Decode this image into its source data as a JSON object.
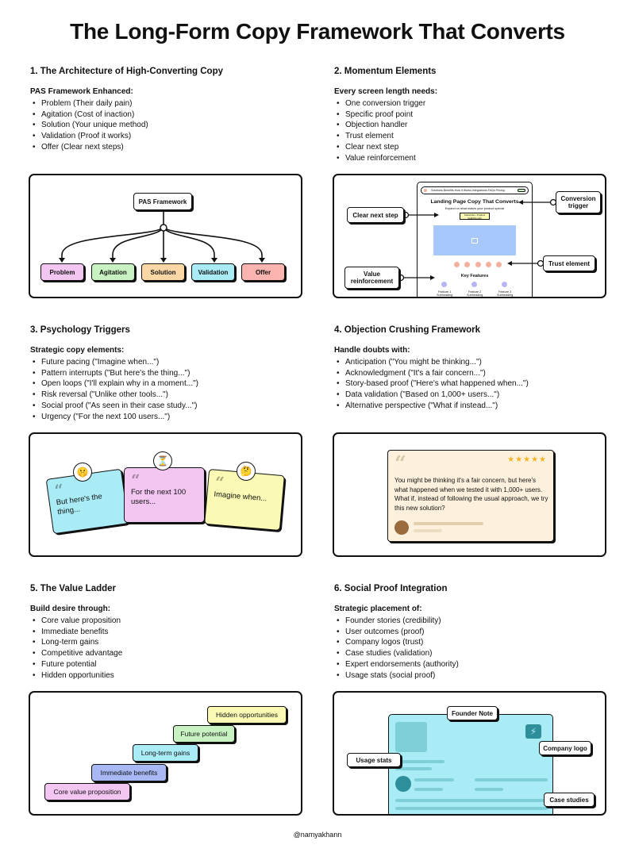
{
  "title": "The Long-Form Copy Framework That Converts",
  "footer": "@namyakhann",
  "sections": [
    {
      "heading": "1.  The Architecture of High-Converting Copy",
      "intro": "PAS Framework Enhanced:",
      "items": [
        "Problem (Their daily pain)",
        "Agitation (Cost of inaction)",
        "Solution (Your unique method)",
        "Validation (Proof it works)",
        "Offer (Clear next steps)"
      ]
    },
    {
      "heading": "2.  Momentum Elements",
      "intro": "Every screen length needs:",
      "items": [
        "One conversion trigger",
        "Specific proof point",
        "Objection handler",
        "Trust element",
        "Clear next step",
        "Value reinforcement"
      ]
    },
    {
      "heading": "3.  Psychology Triggers",
      "intro": "Strategic copy elements:",
      "items": [
        "Future pacing (\"Imagine when...\")",
        "Pattern interrupts (\"But here's the thing...\")",
        "Open loops (\"I'll explain why in a moment...\")",
        "Risk reversal (\"Unlike other tools...\")",
        "Social proof (\"As seen in their case study...\")",
        "Urgency (\"For the next 100 users...\")"
      ]
    },
    {
      "heading": "4.  Objection Crushing Framework",
      "intro": "Handle doubts with:",
      "items": [
        "Anticipation (\"You might be thinking...\")",
        "Acknowledgment (\"It's a fair concern...\")",
        "Story-based proof (\"Here's what happened when...\")",
        "Data validation (\"Based on 1,000+ users...\")",
        "Alternative perspective (\"What if instead...\")"
      ]
    },
    {
      "heading": "5.  The Value Ladder",
      "intro": "Build desire through:",
      "items": [
        "Core value proposition",
        "Immediate benefits",
        "Long-term gains",
        "Competitive advantage",
        "Future potential",
        "Hidden opportunities"
      ]
    },
    {
      "heading": "6.  Social Proof Integration",
      "intro": "Strategic placement of:",
      "items": [
        "Founder stories (credibility)",
        "User outcomes (proof)",
        "Company logos (trust)",
        "Case studies (validation)",
        "Expert endorsements (authority)",
        "Usage stats (social proof)"
      ]
    }
  ],
  "pas": {
    "root": "PAS Framework",
    "nodes": [
      {
        "label": "Problem",
        "color": "#f3c6f2"
      },
      {
        "label": "Agitation",
        "color": "#c9f2c2"
      },
      {
        "label": "Solution",
        "color": "#fbd7a6"
      },
      {
        "label": "Validation",
        "color": "#a9ecf6"
      },
      {
        "label": "Offer",
        "color": "#fbb4b0"
      }
    ]
  },
  "momentum": {
    "nav": "Solutions  Benefits  How it Works  Integrations  FAQs  Pricing",
    "page_title": "Landing Page Copy That Converts",
    "page_sub": "Expand on what makes your product special",
    "cta": "Subscribe • Product (walkthrough)",
    "features_title": "Key Features",
    "features": [
      "Feature 1",
      "Feature 2",
      "Feature 3"
    ],
    "feature_sub": "Subheading",
    "labels": {
      "conversion": "Conversion trigger",
      "next_step": "Clear next step",
      "trust": "Trust element",
      "value": "Value reinforcement"
    }
  },
  "psychology": {
    "cards": [
      {
        "text": "But here's the thing...",
        "color": "#a9ecf6",
        "emoji": "🤫"
      },
      {
        "text": "For the next 100 users...",
        "color": "#f3c6f2",
        "emoji": "⏳"
      },
      {
        "text": "Imagine when...",
        "color": "#fafab4",
        "emoji": "🤔"
      }
    ]
  },
  "objection": {
    "stars": "★★★★★",
    "text": "You might be thinking it's a fair concern, but here's what happened when we tested it with 1,000+ users. What if, instead of following the usual approach, we try this new solution?"
  },
  "ladder": {
    "steps": [
      {
        "label": "Core value proposition",
        "color": "#f3c6f2"
      },
      {
        "label": "Immediate benefits",
        "color": "#a8b8f5"
      },
      {
        "label": "Long-term gains",
        "color": "#a9ecf6"
      },
      {
        "label": "Future potential",
        "color": "#c9f2c2"
      },
      {
        "label": "Hidden opportunities",
        "color": "#fafab4"
      }
    ]
  },
  "social": {
    "labels": {
      "founder": "Founder Note",
      "logo": "Company logo",
      "stats": "Usage stats",
      "cases": "Case studies"
    }
  },
  "colors": {
    "cream": "#fdf0dc",
    "cyan": "#a9ecf6",
    "blue_img": "#a8c7fa",
    "salmon": "#f4b09f",
    "lavender": "#b7b5f5",
    "star": "#f5b323",
    "avatar": "#9a6b3c"
  }
}
